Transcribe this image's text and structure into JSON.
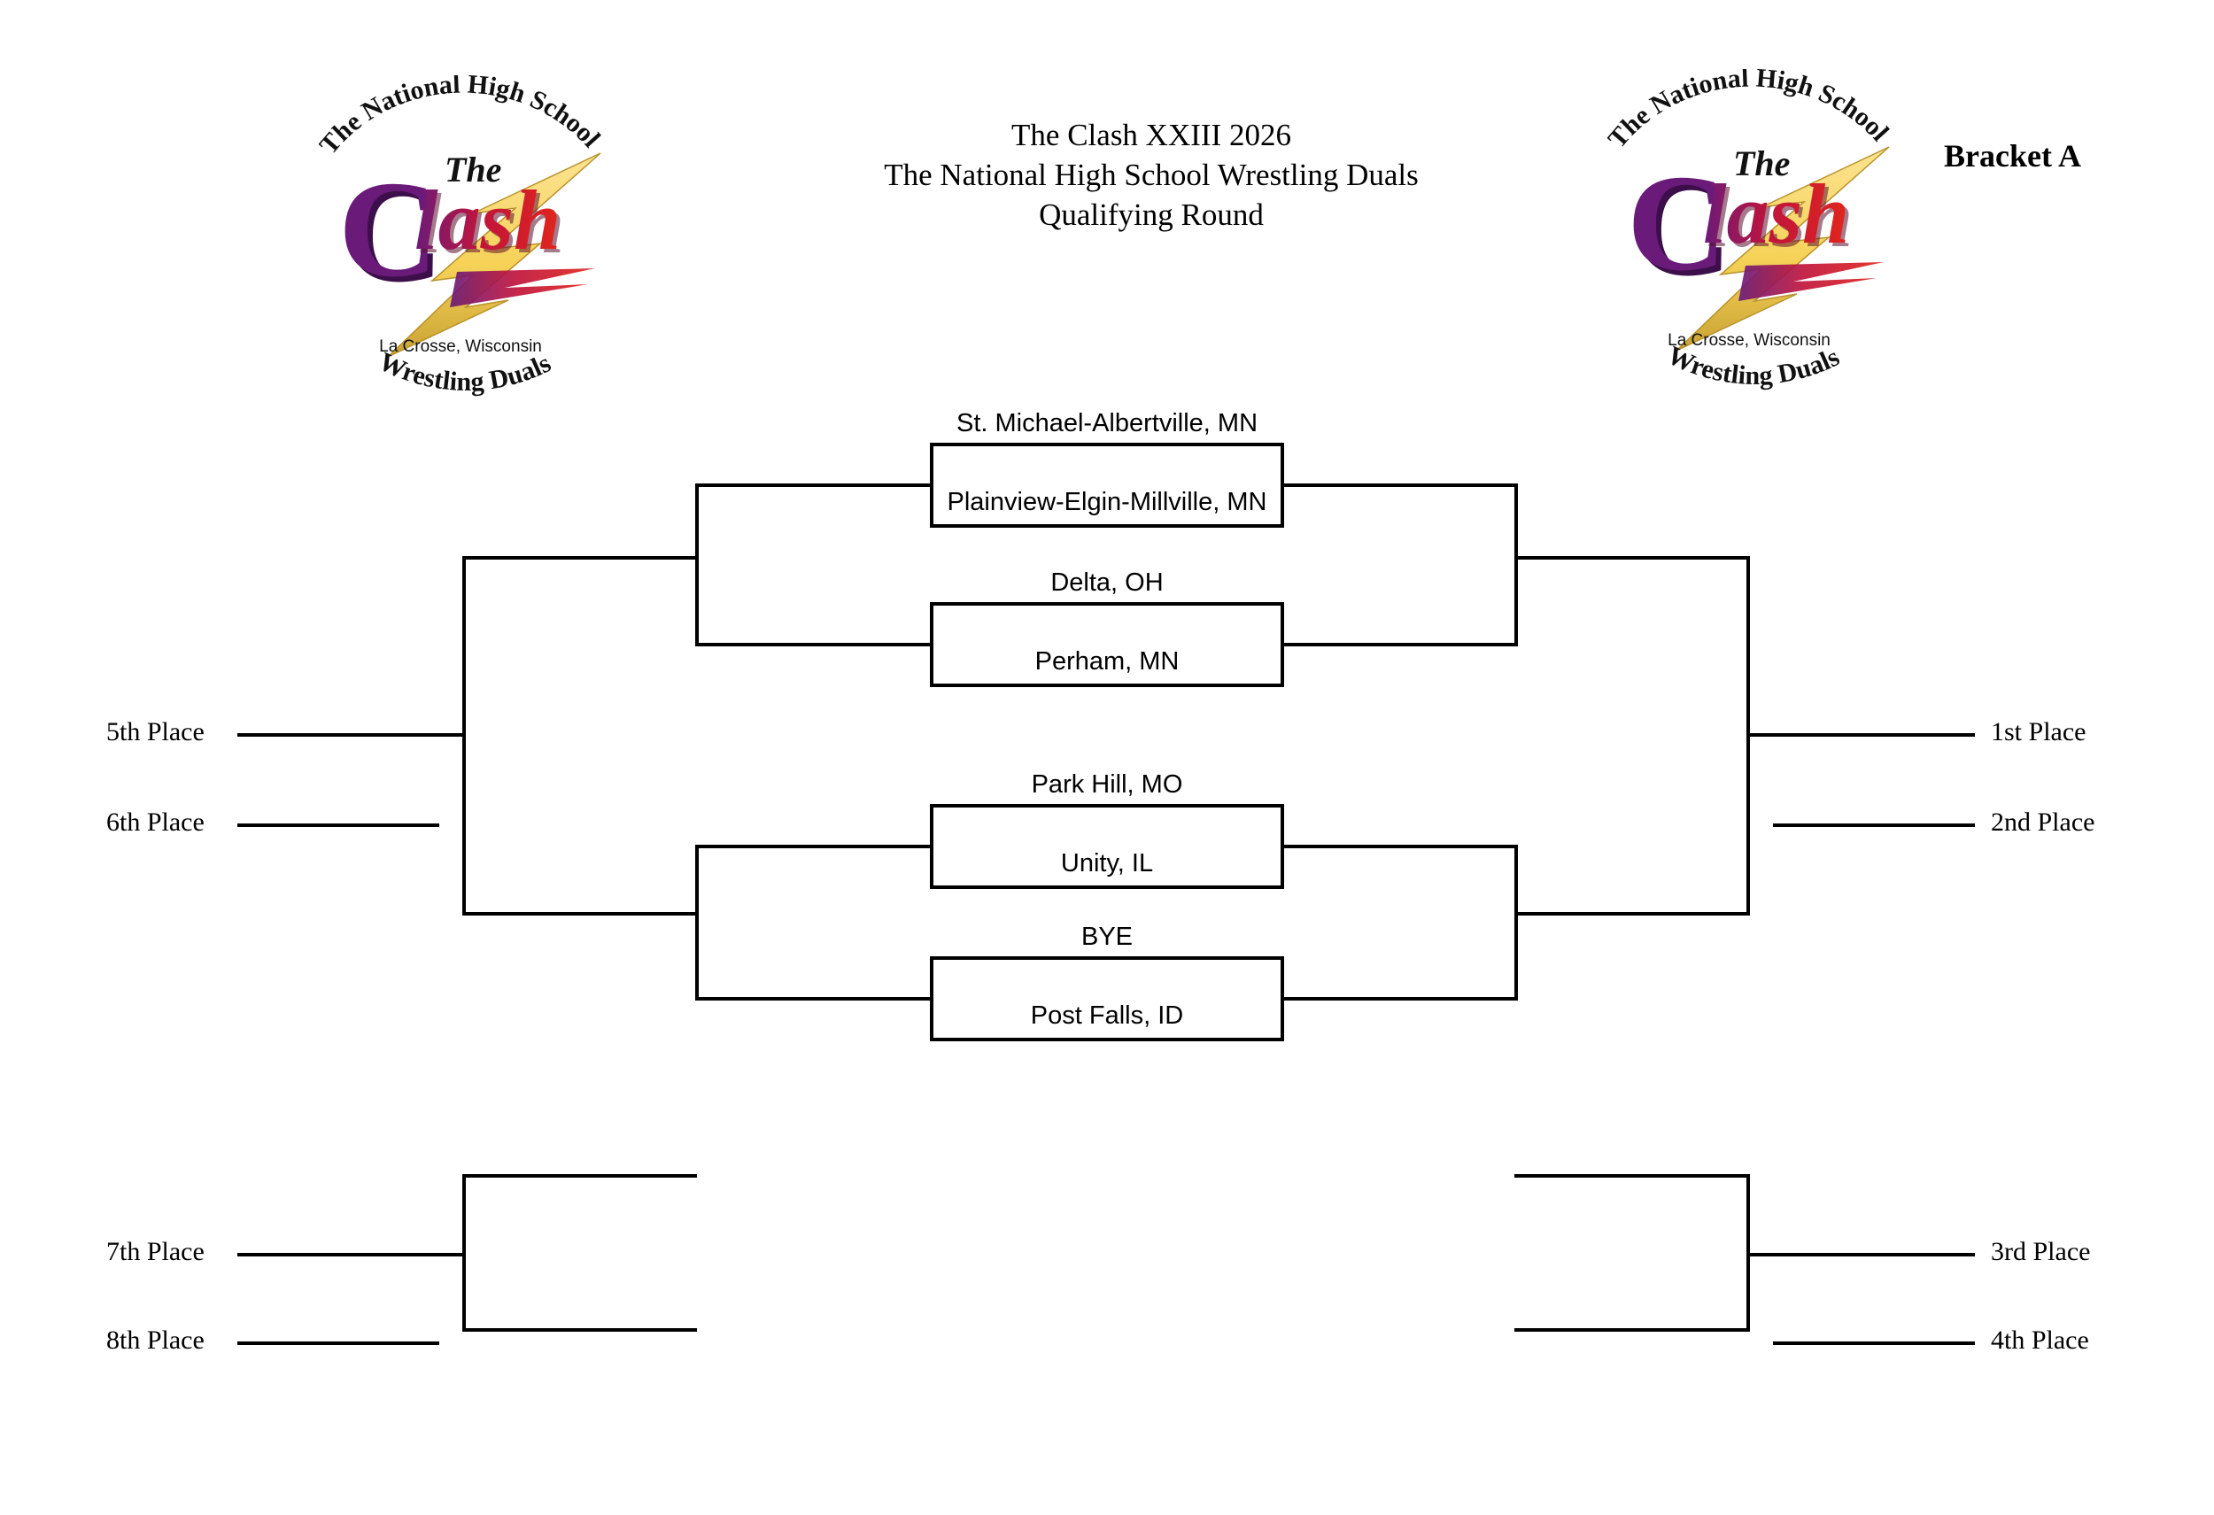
{
  "header": {
    "title_line1": "The Clash XXIII 2026",
    "title_line2": "The National High School Wrestling Duals",
    "title_line3": "Qualifying Round",
    "bracket_label": "Bracket A"
  },
  "logo": {
    "arc_top": "The National High School",
    "arc_bottom": "Wrestling Duals",
    "word_the": "The",
    "word_c": "C",
    "word_lash": "lash",
    "location": "La Crosse, Wisconsin",
    "colors": {
      "purple": "#6a1b7a",
      "red": "#e1261c",
      "yellow": "#f7d560",
      "yellow_dark": "#c9a233",
      "black": "#000000"
    }
  },
  "bracket": {
    "matches": [
      {
        "id": "qf1",
        "top_team": "St. Michael-Albertville, MN",
        "bottom_team": "Plainview-Elgin-Millville, MN"
      },
      {
        "id": "qf2",
        "top_team": "Delta, OH",
        "bottom_team": "Perham,  MN"
      },
      {
        "id": "qf3",
        "top_team": "Park Hill, MO",
        "bottom_team": "Unity, IL"
      },
      {
        "id": "qf4",
        "top_team": "BYE",
        "bottom_team": "Post Falls, ID"
      }
    ],
    "placements": {
      "first": "1st Place",
      "second": "2nd Place",
      "third": "3rd Place",
      "fourth": "4th Place",
      "fifth": "5th Place",
      "sixth": "6th Place",
      "seventh": "7th Place",
      "eighth": "8th Place"
    }
  }
}
